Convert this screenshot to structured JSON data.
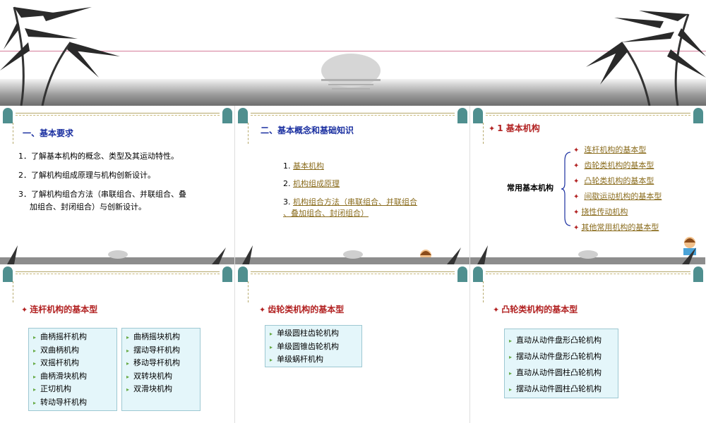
{
  "slide1": {
    "title": "一、基本要求",
    "items": [
      "1．了解基本机构的概念、类型及其运动特性。",
      "2．了解机构组成原理与机构创新设计。",
      "3．了解机构组合方法（串联组合、并联组合、叠",
      "加组合、封闭组合）与创新设计。"
    ]
  },
  "slide2": {
    "title": "二、基本概念和基础知识",
    "items": [
      {
        "num": "1.",
        "text": "基本机构"
      },
      {
        "num": "2.",
        "text": "机构组成原理"
      },
      {
        "num": "3.",
        "text": "机构组合方法（串联组合、并联组合"
      }
    ],
    "item3_cont": "、叠加组合、封闭组合）"
  },
  "slide3": {
    "title": "1  基本机构",
    "label": "常用基本机构",
    "items": [
      "连杆机构的基本型",
      "齿轮类机构的基本型",
      "凸轮类机构的基本型",
      "间歇运动机构的基本型",
      "挠性传动机构",
      "其他常用机构的基本型"
    ]
  },
  "slide4": {
    "title": "连杆机构的基本型",
    "left": [
      "曲柄摇杆机构",
      "双曲柄机构",
      "双摇杆机构",
      "曲柄滑块机构",
      "正切机构",
      "转动导杆机构"
    ],
    "right": [
      "曲柄摇块机构",
      "摆动导杆机构",
      "移动导杆机构",
      "双转块机构",
      "双滑块机构"
    ]
  },
  "slide5": {
    "title": "齿轮类机构的基本型",
    "items": [
      "单级圆柱齿轮机构",
      "单级圆锥齿轮机构",
      "单级蜗杆机构"
    ]
  },
  "slide6": {
    "title": "凸轮类机构的基本型",
    "items": [
      "直动从动件盘形凸轮机构",
      "摆动从动件盘形凸轮机构",
      "直动从动件圆柱凸轮机构",
      "摆动从动件圆柱凸轮机构"
    ]
  },
  "symbols": {
    "star": "✦",
    "triangle": "▸"
  },
  "colors": {
    "title_blue": "#1a2fa0",
    "title_red": "#b22222",
    "link": "#8b6d1f",
    "box_bg": "#e4f6fa"
  }
}
